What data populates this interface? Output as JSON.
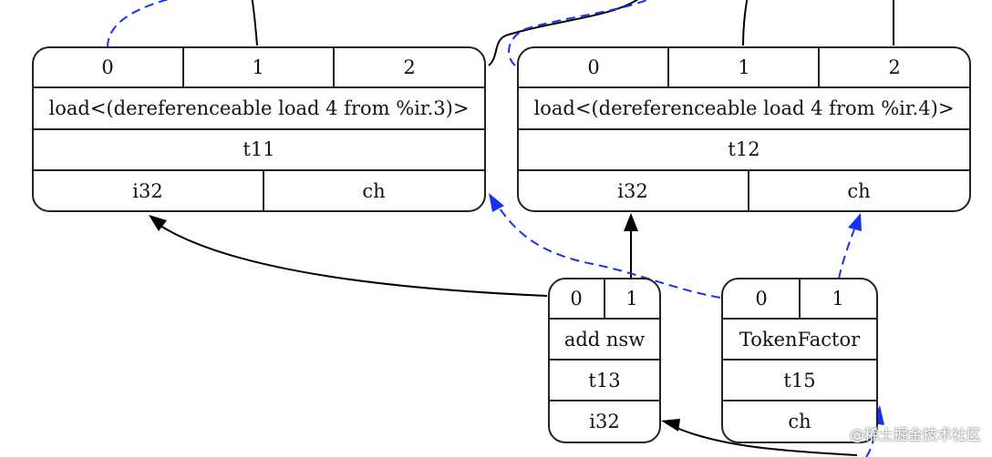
{
  "nodes": {
    "t11": {
      "ports": [
        "0",
        "1",
        "2"
      ],
      "op": "load<(dereferenceable load 4 from %ir.3)>",
      "name": "t11",
      "types": [
        "i32",
        "ch"
      ]
    },
    "t12": {
      "ports": [
        "0",
        "1",
        "2"
      ],
      "op": "load<(dereferenceable load 4 from %ir.4)>",
      "name": "t12",
      "types": [
        "i32",
        "ch"
      ]
    },
    "t13": {
      "ports": [
        "0",
        "1"
      ],
      "op": "add nsw",
      "name": "t13",
      "types": [
        "i32"
      ]
    },
    "t15": {
      "ports": [
        "0",
        "1"
      ],
      "op": "TokenFactor",
      "name": "t15",
      "types": [
        "ch"
      ]
    }
  },
  "colors": {
    "data_edge": "#000000",
    "chain_edge": "#1a2ff0"
  },
  "watermark": "@稀土掘金技术社区"
}
